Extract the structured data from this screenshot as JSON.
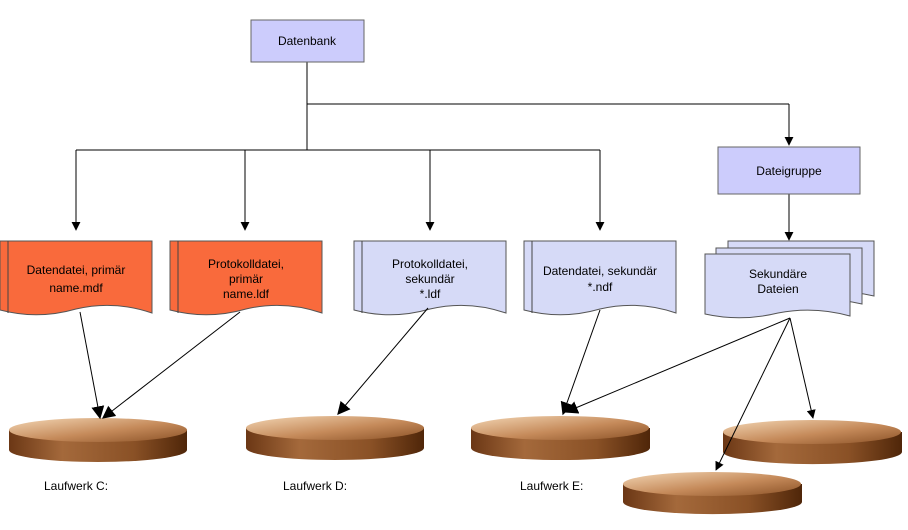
{
  "colors": {
    "primary_file": "#f96a3c",
    "secondary_file": "#d6daf7",
    "box": "#ccccfc",
    "disk": "#9a5a30",
    "line": "#000000"
  },
  "database": {
    "label": "Datenbank"
  },
  "filegroup": {
    "label": "Dateigruppe"
  },
  "files": [
    {
      "lines": [
        "Datendatei, primär",
        "name.mdf"
      ],
      "type": "primary"
    },
    {
      "lines": [
        "Protokolldatei,",
        "primär",
        "name.ldf"
      ],
      "type": "primary"
    },
    {
      "lines": [
        "Protokolldatei,",
        "sekundär",
        "*.ldf"
      ],
      "type": "secondary"
    },
    {
      "lines": [
        "Datendatei, sekundär",
        "*.ndf"
      ],
      "type": "secondary"
    }
  ],
  "secondary_files": {
    "lines": [
      "Sekundäre",
      "Dateien"
    ]
  },
  "drives": [
    {
      "label": "Laufwerk C:"
    },
    {
      "label": "Laufwerk D:"
    },
    {
      "label": "Laufwerk E:"
    }
  ]
}
